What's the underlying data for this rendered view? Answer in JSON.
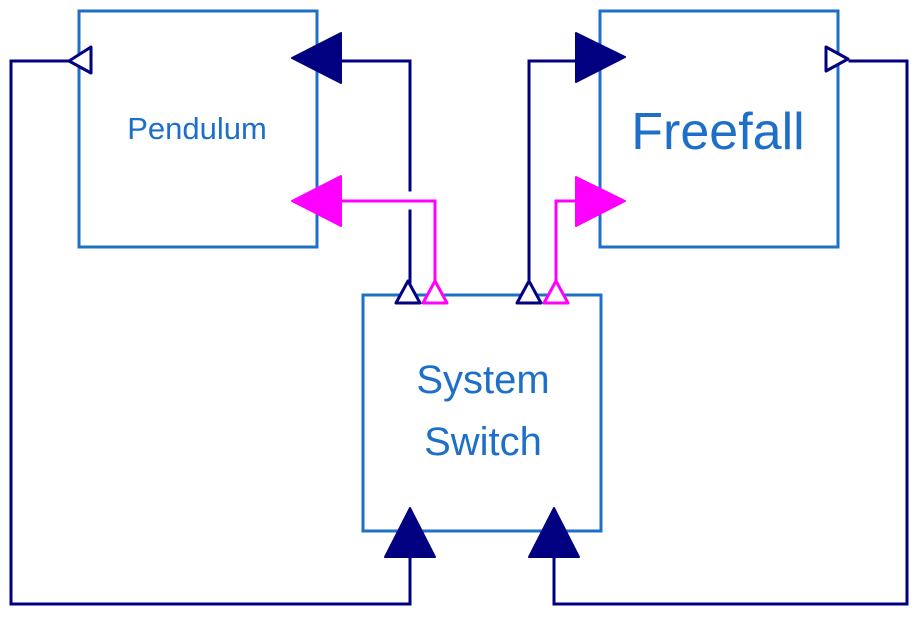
{
  "diagram": {
    "colors": {
      "block_border": "#1e6fc8",
      "block_text": "#1e6fc8",
      "signal_wire": "#000080",
      "switch_wire": "#ff00ff",
      "background": "#ffffff"
    },
    "blocks": {
      "pendulum": {
        "label": "Pendulum"
      },
      "freefall": {
        "label": "Freefall"
      },
      "system_switch": {
        "line1": "System",
        "line2": "Switch"
      }
    },
    "ports": [
      {
        "block": "Pendulum",
        "side": "left",
        "kind": "output",
        "style": "hollow",
        "color": "signal"
      },
      {
        "block": "Pendulum",
        "side": "right",
        "kind": "input",
        "style": "filled",
        "color": "signal"
      },
      {
        "block": "Pendulum",
        "side": "right",
        "kind": "input",
        "style": "filled",
        "color": "switch"
      },
      {
        "block": "Freefall",
        "side": "left",
        "kind": "input",
        "style": "filled",
        "color": "signal"
      },
      {
        "block": "Freefall",
        "side": "left",
        "kind": "input",
        "style": "filled",
        "color": "switch"
      },
      {
        "block": "Freefall",
        "side": "right",
        "kind": "output",
        "style": "hollow",
        "color": "signal"
      },
      {
        "block": "System Switch",
        "side": "top",
        "kind": "output",
        "style": "hollow",
        "color": "signal"
      },
      {
        "block": "System Switch",
        "side": "top",
        "kind": "output",
        "style": "hollow",
        "color": "switch"
      },
      {
        "block": "System Switch",
        "side": "top",
        "kind": "output",
        "style": "hollow",
        "color": "signal"
      },
      {
        "block": "System Switch",
        "side": "top",
        "kind": "output",
        "style": "hollow",
        "color": "switch"
      },
      {
        "block": "System Switch",
        "side": "bottom",
        "kind": "input",
        "style": "filled",
        "color": "signal"
      },
      {
        "block": "System Switch",
        "side": "bottom",
        "kind": "input",
        "style": "filled",
        "color": "signal"
      }
    ],
    "connections": [
      {
        "from": "Pendulum output",
        "to": "System Switch input 1"
      },
      {
        "from": "Freefall output",
        "to": "System Switch input 2"
      },
      {
        "from": "System Switch output 1",
        "to": "Pendulum signal input"
      },
      {
        "from": "System Switch output 2",
        "to": "Pendulum switch input"
      },
      {
        "from": "System Switch output 3",
        "to": "Freefall signal input"
      },
      {
        "from": "System Switch output 4",
        "to": "Freefall switch input"
      }
    ]
  }
}
